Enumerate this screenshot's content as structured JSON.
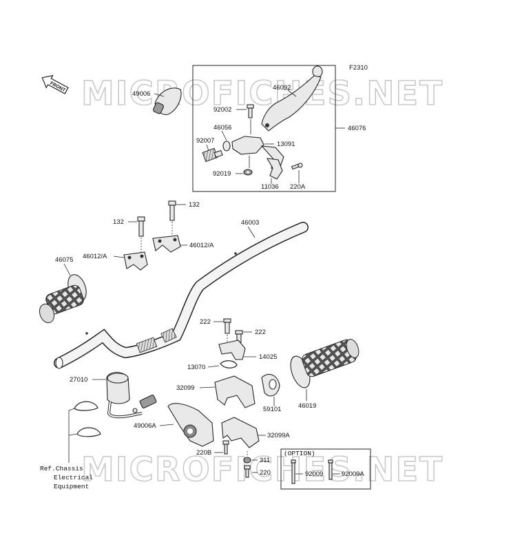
{
  "figure_code": "F2310",
  "front_label": "FRONT",
  "watermark": "MICROFICHES.NET",
  "option_label": "(OPTION)",
  "reference": {
    "line1": "Ref.Chassis",
    "line2": "Electrical",
    "line3": "Equipment"
  },
  "parts": {
    "p49006": "49006",
    "p46092": "46092",
    "p92002": "92002",
    "p46056": "46056",
    "p92007": "92007",
    "p13091": "13091",
    "p92019": "92019",
    "p11036": "11036",
    "p220A": "220A",
    "p46076": "46076",
    "p132a": "132",
    "p132b": "132",
    "p46003": "46003",
    "p46012a": "46012/A",
    "p46012b": "46012/A",
    "p46075": "46075",
    "p222a": "222",
    "p222b": "222",
    "p14025": "14025",
    "p13070": "13070",
    "p27010": "27010",
    "p32099": "32099",
    "p46019": "46019",
    "p59101": "59101",
    "p49006A": "49006A",
    "p32099A": "32099A",
    "p220B": "220B",
    "p311": "311",
    "p220": "220",
    "p92009": "92009",
    "p92009A": "92009A"
  }
}
